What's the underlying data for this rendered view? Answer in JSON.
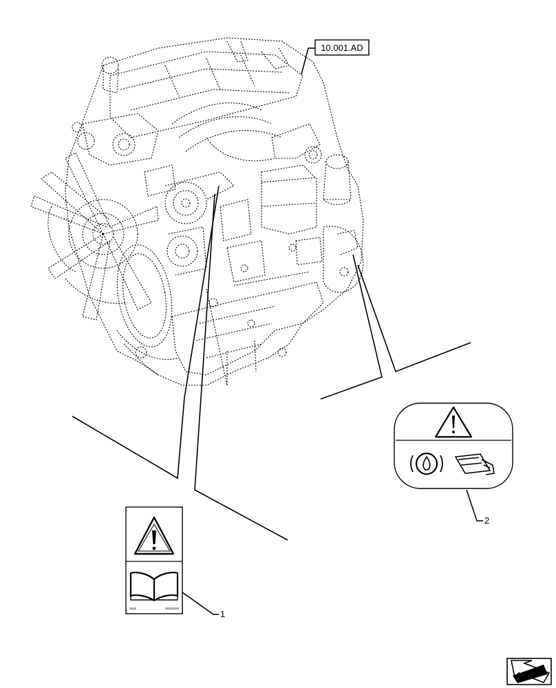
{
  "reference_box": {
    "text": "10.001.AD"
  },
  "callouts": [
    {
      "number": "1"
    },
    {
      "number": "2"
    }
  ],
  "decal_1": {
    "footer_left": "xxxx",
    "footer_right": "xxxxxxxx"
  }
}
